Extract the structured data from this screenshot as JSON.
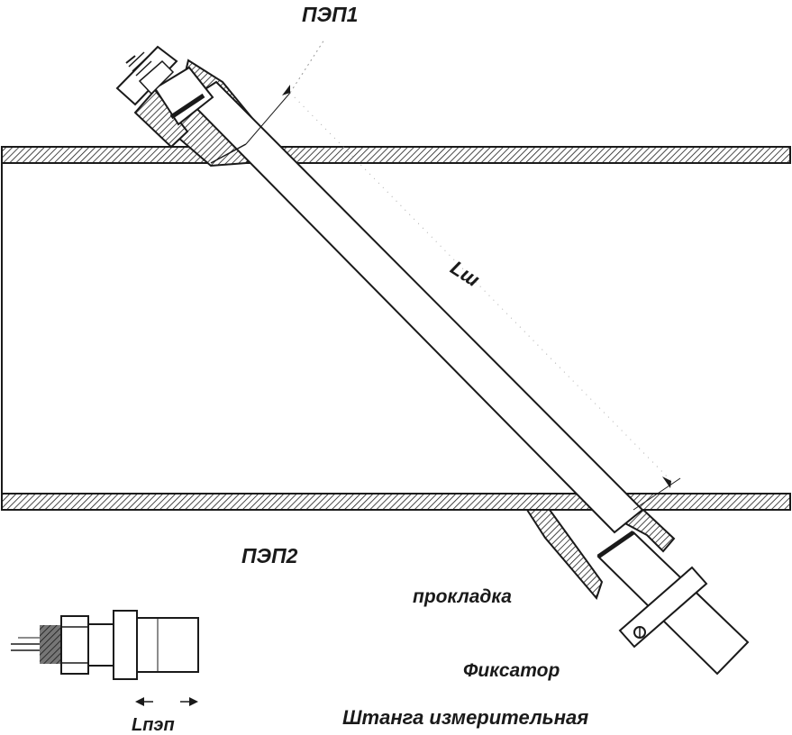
{
  "labels": {
    "pep1": "ПЭП1",
    "pep2": "ПЭП2",
    "l_sh": "Lш",
    "gasket": "прокладка",
    "fixer": "Фиксатор",
    "rod": "Штанга измерительная",
    "l_pep": "Lпэп"
  },
  "colors": {
    "line": "#1a1a1a",
    "hatch": "#1a1a1a",
    "background": "#ffffff"
  }
}
